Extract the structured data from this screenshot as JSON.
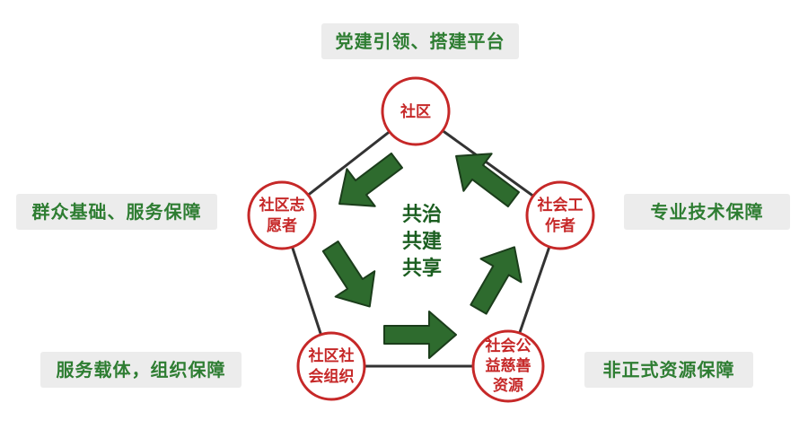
{
  "colors": {
    "node_border": "#c62828",
    "node_text": "#c62828",
    "arrow_fill": "#2e6b2e",
    "arrow_stroke": "#1b3d1b",
    "label_text": "#2e7d32",
    "label_bg": "#ececec",
    "pentagon_line": "#333333"
  },
  "nodes": {
    "community": {
      "lines": [
        "社区"
      ]
    },
    "social_worker": {
      "lines": [
        "社会工",
        "作者"
      ]
    },
    "charity_resources": {
      "lines": [
        "社会公",
        "益慈善",
        "资源"
      ]
    },
    "social_organization": {
      "lines": [
        "社区社",
        "会组织"
      ]
    },
    "volunteer": {
      "lines": [
        "社区志",
        "愿者"
      ]
    }
  },
  "center": {
    "lines": [
      "共治",
      "共建",
      "共享"
    ]
  },
  "labels": {
    "top": "党建引领、搭建平台",
    "left_upper": "群众基础、服务保障",
    "right_upper": "专业技术保障",
    "left_lower": "服务载体，组织保障",
    "right_lower": "非正式资源保障"
  },
  "arrow_icon": "bold-arrow-icon"
}
